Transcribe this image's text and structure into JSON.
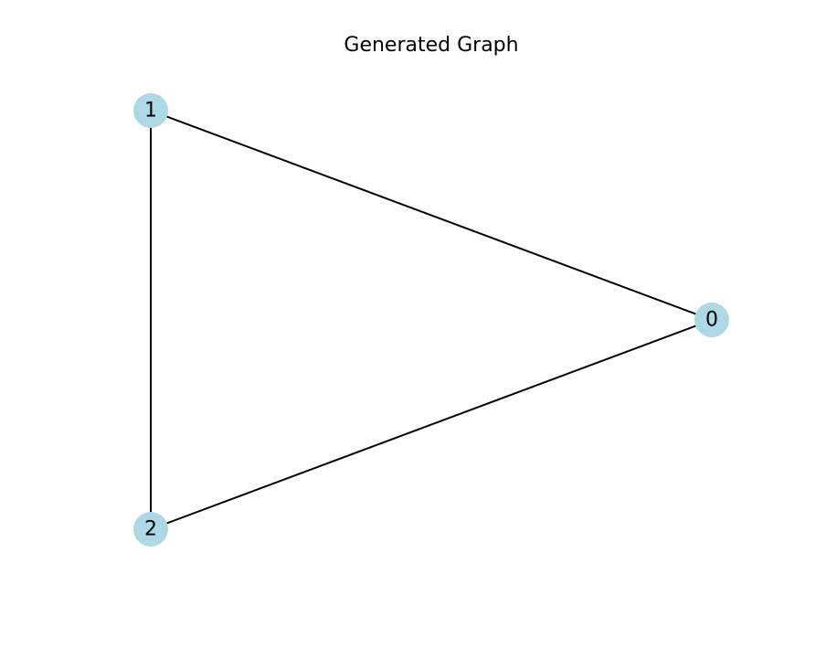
{
  "title": "Generated Graph",
  "colors": {
    "node_fill": "#add8e6",
    "edge_stroke": "#000000",
    "label_color": "#000000",
    "background": "#ffffff"
  },
  "graph": {
    "nodes": [
      {
        "id": "0",
        "label": "0"
      },
      {
        "id": "1",
        "label": "1"
      },
      {
        "id": "2",
        "label": "2"
      }
    ],
    "edges": [
      {
        "source": "1",
        "target": "0"
      },
      {
        "source": "0",
        "target": "2"
      },
      {
        "source": "1",
        "target": "2"
      }
    ]
  }
}
